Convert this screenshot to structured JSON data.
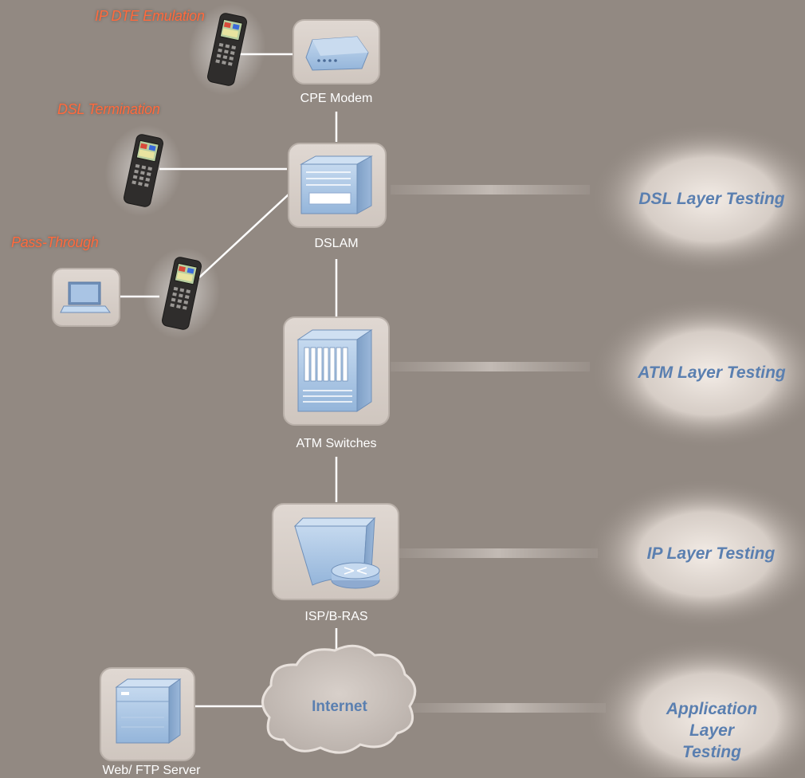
{
  "testers": [
    {
      "id": "ip-dte",
      "label": "IP DTE Emulation"
    },
    {
      "id": "dsl-term",
      "label": "DSL Termination"
    },
    {
      "id": "pass-through",
      "label": "Pass-Through"
    }
  ],
  "nodes": [
    {
      "id": "cpe-modem",
      "label": "CPE Modem"
    },
    {
      "id": "dslam",
      "label": "DSLAM"
    },
    {
      "id": "atm-switches",
      "label": "ATM Switches"
    },
    {
      "id": "isp-bras",
      "label": "ISP/B-RAS"
    },
    {
      "id": "internet",
      "label": "Internet"
    },
    {
      "id": "web-ftp-server",
      "label": "Web/ FTP Server"
    }
  ],
  "layers": [
    {
      "id": "dsl",
      "label": "DSL Layer Testing"
    },
    {
      "id": "atm",
      "label": "ATM Layer Testing"
    },
    {
      "id": "ip",
      "label": "IP Layer Testing"
    },
    {
      "id": "app",
      "label": "Application Layer\nTesting"
    }
  ],
  "colors": {
    "background": "#928982",
    "tester_label": "#ff6a3d",
    "layer_label": "#5a7fb0",
    "device_blue": "#a9c4e4",
    "node_frame": "#d9d1cb"
  }
}
